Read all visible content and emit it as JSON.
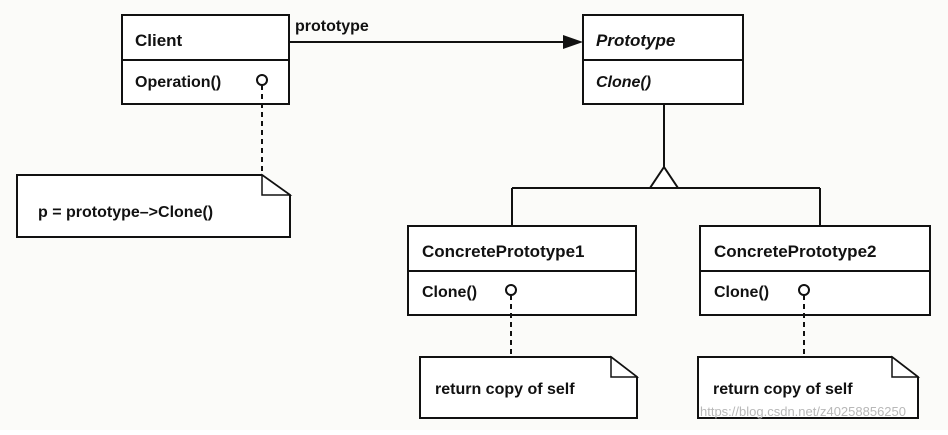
{
  "diagram": {
    "association_label": "prototype",
    "classes": {
      "client": {
        "name": "Client",
        "method": "Operation()"
      },
      "prototype": {
        "name": "Prototype",
        "method": "Clone()"
      },
      "concrete1": {
        "name": "ConcretePrototype1",
        "method": "Clone()"
      },
      "concrete2": {
        "name": "ConcretePrototype2",
        "method": "Clone()"
      }
    },
    "notes": {
      "client_note": "p = prototype–>Clone()",
      "concrete1_note": "return copy of self",
      "concrete2_note": "return copy of self"
    },
    "watermark": "https://blog.csdn.net/z40258856250"
  }
}
